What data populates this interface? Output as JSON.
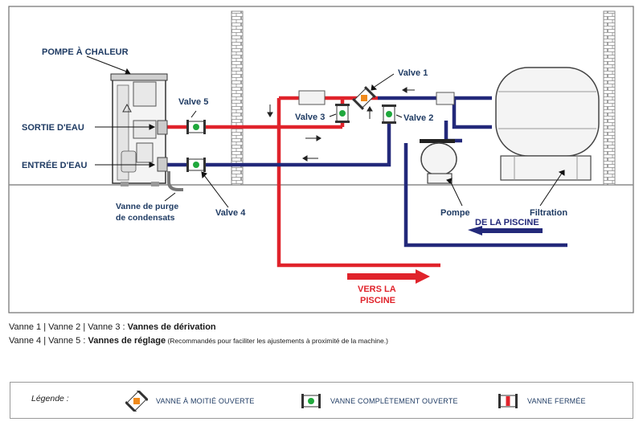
{
  "labels": {
    "heat_pump": "POMPE À CHALEUR",
    "water_out": "SORTIE D'EAU",
    "water_in": "ENTRÉE D'EAU",
    "drain_line1": "Vanne de purge",
    "drain_line2": "de condensats",
    "valve1": "Valve 1",
    "valve2": "Valve 2",
    "valve3": "Valve 3",
    "valve4": "Valve 4",
    "valve5": "Valve 5",
    "pump": "Pompe",
    "filtration": "Filtration",
    "from_pool": "DE LA PISCINE",
    "to_pool_line1": "VERS LA",
    "to_pool_line2": "PISCINE"
  },
  "notes": {
    "line1_prefix": "Vanne 1 | Vanne 2 | Vanne 3 : ",
    "line1_bold": "Vannes de dérivation",
    "line2_prefix": "Vanne 4 | Vanne 5 : ",
    "line2_bold": "Vannes de réglage",
    "line2_small": " (Recommandés pour faciliter les ajustements à proximité de la machine.)"
  },
  "legend": {
    "title": "Légende :",
    "half_open": "VANNE À MOITIÉ OUVERTE",
    "fully_open": "VANNE COMPLÈTEMENT OUVERTE",
    "closed": "VANNE FERMÉE"
  },
  "colors": {
    "hot_pipe": "#e0232b",
    "cold_pipe": "#23297a",
    "valve_open": "#1fa83c",
    "valve_half": "#f08a1c",
    "valve_closed": "#e0232b"
  }
}
